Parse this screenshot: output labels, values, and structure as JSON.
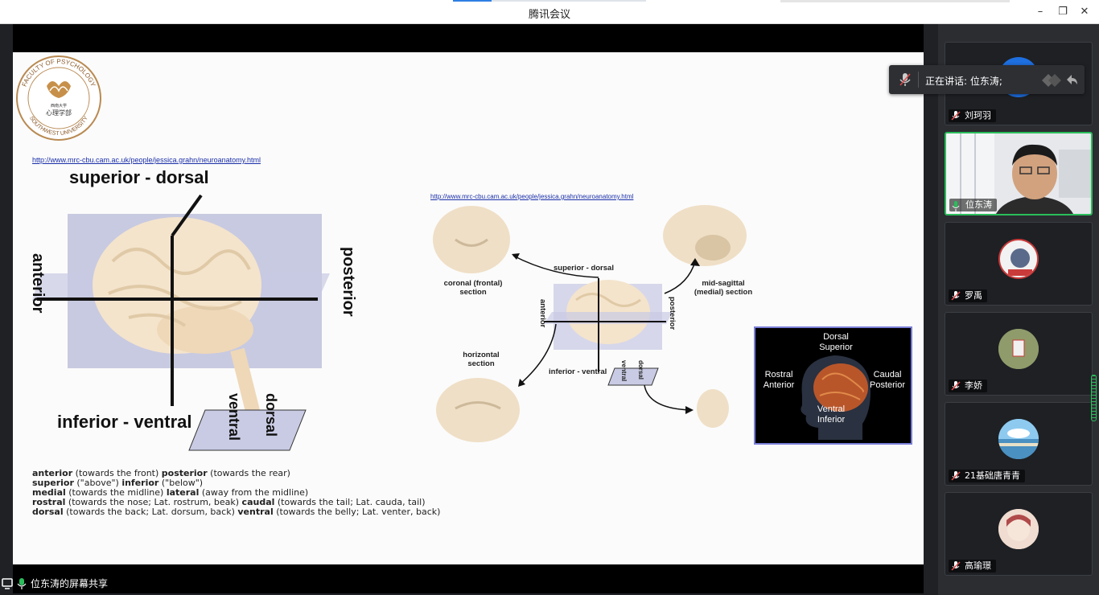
{
  "window": {
    "title": "腾讯会议",
    "minimize": "–",
    "restore": "❐",
    "close": "✕"
  },
  "slide": {
    "logo": {
      "top_text": "FACULTY OF PSYCHOLOGY",
      "bottom_text": "SOUTHWEST UNIVERSITY",
      "cn_small": "西南大学",
      "cn_main": "心理学部"
    },
    "url_left": "http://www.mrc-cbu.cam.ac.uk/people/jessica.grahn/neuroanatomy.html",
    "url_right": "http://www.mrc-cbu.cam.ac.uk/people/jessica.grahn/neuroanatomy.html",
    "left_fig": {
      "top": "superior - dorsal",
      "bottom": "inferior - ventral",
      "left": "anterior",
      "right": "posterior",
      "ventral": "ventral",
      "dorsal": "dorsal"
    },
    "right_fig": {
      "coronal": "coronal (frontal)\nsection",
      "coronal_l1": "coronal (frontal)",
      "coronal_l2": "section",
      "midsag_l1": "mid-sagittal",
      "midsag_l2": "(medial) section",
      "horiz_l1": "horizontal",
      "horiz_l2": "section",
      "top": "superior - dorsal",
      "bottom": "inferior - ventral",
      "anterior": "anterior",
      "posterior": "posterior",
      "ventral": "ventral",
      "dorsal": "dorsal"
    },
    "brainbox": {
      "top_l1": "Dorsal",
      "top_l2": "Superior",
      "left_l1": "Rostral",
      "left_l2": "Anterior",
      "right_l1": "Caudal",
      "right_l2": "Posterior",
      "bottom_l1": "Ventral",
      "bottom_l2": "Inferior"
    },
    "desc": [
      {
        "a": "anterior",
        "a_t": " (towards the front) ",
        "b": "posterior",
        "b_t": " (towards the rear)"
      },
      {
        "a": "superior",
        "a_t": " (\"above\") ",
        "b": "inferior",
        "b_t": " (\"below\")"
      },
      {
        "a": "medial",
        "a_t": " (towards the midline) ",
        "b": "lateral",
        "b_t": " (away from the midline)"
      },
      {
        "a": "rostral",
        "a_t": " (towards the nose; Lat. rostrum, beak) ",
        "b": "caudal",
        "b_t": " (towards the tail; Lat. cauda, tail)"
      },
      {
        "a": "dorsal",
        "a_t": " (towards the back; Lat. dorsum, back) ",
        "b": "ventral",
        "b_t": " (towards the belly; Lat. venter, back)"
      }
    ]
  },
  "speaking": {
    "text": "正在讲话: 位东涛;"
  },
  "participants": [
    {
      "name": "刘珂羽",
      "avatar_color": "#1e6fe0"
    },
    {
      "name": "位东涛",
      "avatar_color": "#d8d8d8"
    },
    {
      "name": "罗禹",
      "avatar_color": "#c93a3a"
    },
    {
      "name": "李娇",
      "avatar_color": "#7a8a5a"
    },
    {
      "name": "21基础唐青青",
      "avatar_color": "#6fb4e0"
    },
    {
      "name": "高瑜璟",
      "avatar_color": "#b04a4a"
    }
  ],
  "share_label": "位东涛的屏幕共享",
  "colors": {
    "accent": "#2bbd5b",
    "link": "#1a2fa8",
    "plane": "#aab0d8"
  }
}
